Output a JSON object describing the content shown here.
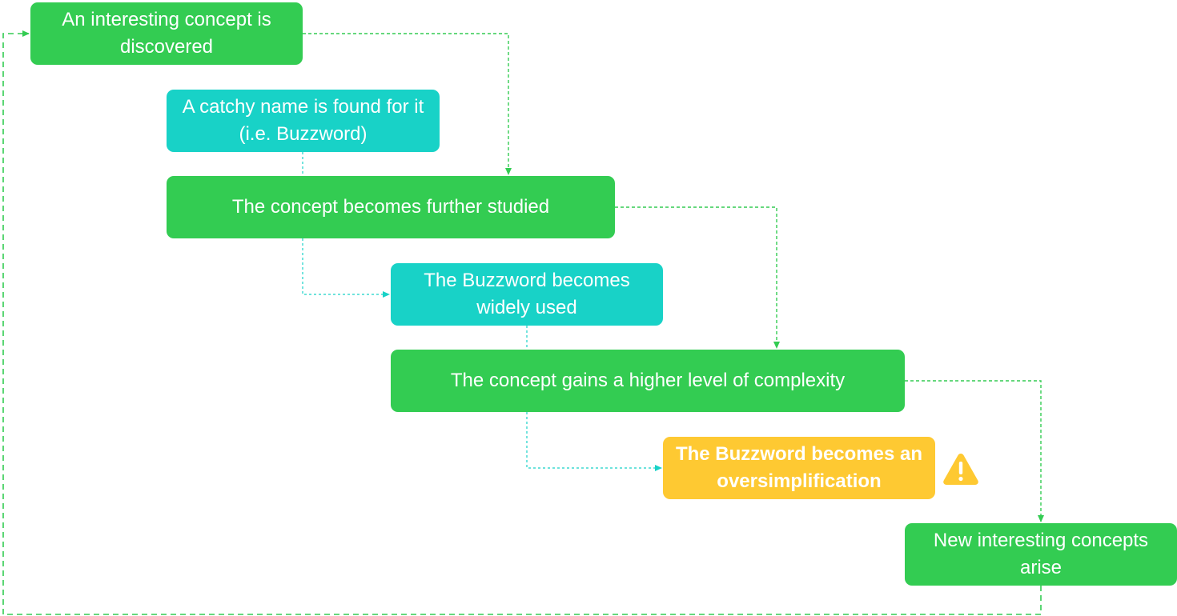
{
  "diagram": {
    "nodes": {
      "discovered": "An interesting concept is discovered",
      "catchy_name": "A catchy name is found for it (i.e. Buzzword)",
      "further_studied": "The concept becomes further studied",
      "widely_used": "The Buzzword becomes widely used",
      "complexity": "The concept gains a higher level of complexity",
      "oversimplification": "The Buzzword becomes an oversimplification",
      "new_concepts": "New interesting concepts arise"
    },
    "icons": {
      "warning": "warning-triangle-icon"
    },
    "colors": {
      "green": "#33cc52",
      "teal": "#18d2c7",
      "yellow": "#fec932",
      "green_line": "#33cc52",
      "teal_line": "#18d2c7"
    }
  }
}
